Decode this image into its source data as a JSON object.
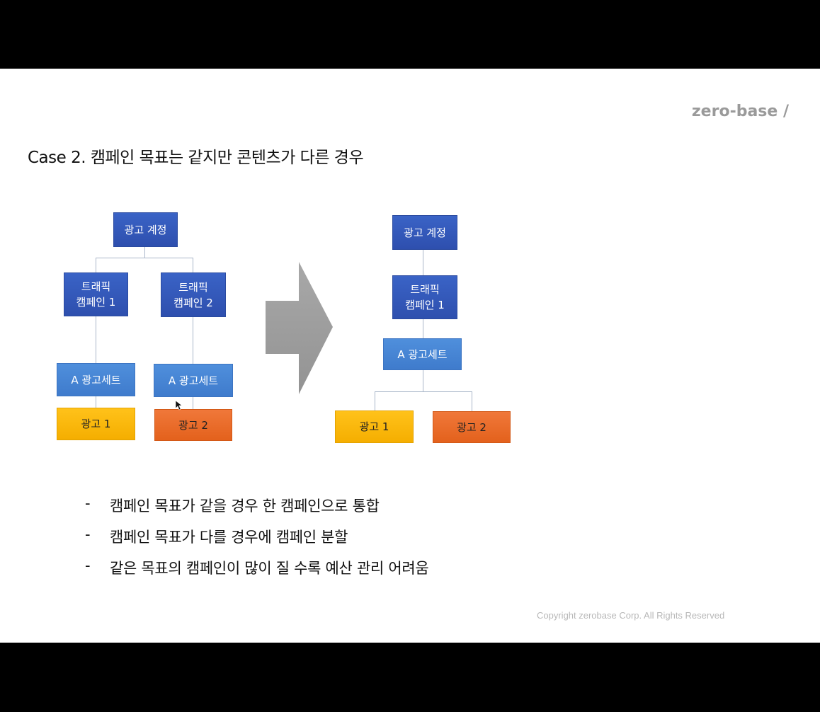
{
  "slide": {
    "logo": "zero-base /",
    "title": "Case 2. 캠페인 목표는 같지만 콘텐츠가 다른 경우",
    "copyright": "Copyright zerobase Corp. All Rights Reserved"
  },
  "left_diagram": {
    "account": "광고 계정",
    "campaign1_line1": "트래픽",
    "campaign1_line2": "캠페인 1",
    "campaign2_line1": "트래픽",
    "campaign2_line2": "캠페인 2",
    "adset1": "A 광고세트",
    "adset2": "A 광고세트",
    "ad1": "광고 1",
    "ad2": "광고 2"
  },
  "arrow": {
    "icon": "right-arrow-icon",
    "color": "#9e9e9e"
  },
  "right_diagram": {
    "account": "광고 계정",
    "campaign_line1": "트래픽",
    "campaign_line2": "캠페인 1",
    "adset": "A 광고세트",
    "ad1": "광고 1",
    "ad2": "광고 2"
  },
  "bullets": [
    {
      "dash": "-",
      "text": "캠페인 목표가 같을 경우 한 캠페인으로 통합"
    },
    {
      "dash": "-",
      "text": "캠페인 목표가 다를 경우에 캠페인 분할"
    },
    {
      "dash": "-",
      "text": "같은 목표의 캠페인이 많이 질 수록 예산 관리 어려움"
    }
  ],
  "colors": {
    "account_blue": "#3259b8",
    "adset_blue": "#4786d6",
    "ad1_yellow": "#fbb90f",
    "ad2_orange": "#ea6b2a",
    "connector": "#a9b6c9"
  }
}
